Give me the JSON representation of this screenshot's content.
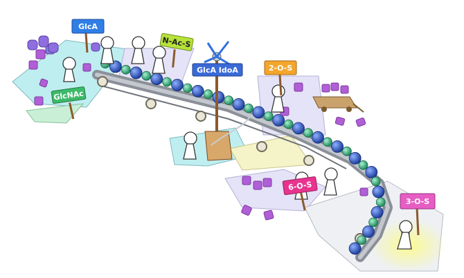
{
  "signs": [
    {
      "id": "glca",
      "text": "GlcA",
      "color": "#2f7fe6",
      "text_color": "#ffffff"
    },
    {
      "id": "glcnac",
      "text": "GlcNAc",
      "color": "#3cba6a",
      "text_color": "#ffffff"
    },
    {
      "id": "n-ac-s",
      "text": "N-Ac-S",
      "color": "#b7e23a",
      "text_color": "#222222"
    },
    {
      "id": "glca-idoa",
      "text": "GlcA IdoA",
      "color": "#3a6ad8",
      "text_color": "#ffffff"
    },
    {
      "id": "2-o-s",
      "text": "2-O-S",
      "color": "#f3a62c",
      "text_color": "#ffffff"
    },
    {
      "id": "6-o-s",
      "text": "6-O-S",
      "color": "#e8348e",
      "text_color": "#ffffff"
    },
    {
      "id": "3-o-s",
      "text": "3-O-S",
      "color": "#e65ec4",
      "text_color": "#ffffff"
    }
  ],
  "colors": {
    "bead_blue": "#2f62c9",
    "bead_green": "#36b38a",
    "sulfate_purple": "#b05fd6",
    "belt_gray": "#8a8f98",
    "floor_cyan": "#bfeef0",
    "floor_lavender": "#e5e3f7",
    "floor_yellow": "#f5f3c8",
    "glow": "#f4f36a"
  }
}
